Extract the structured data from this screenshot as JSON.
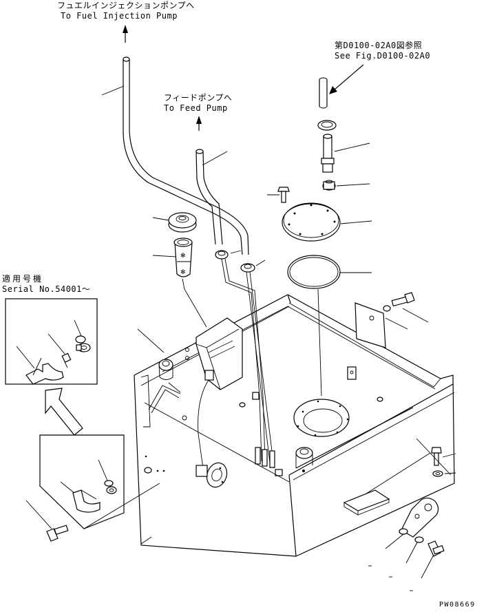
{
  "annotations": {
    "injection_pump_jp": "フュエルインジェクションポンプへ",
    "injection_pump_en": "To Fuel Injection Pump",
    "feed_pump_jp": "フィードポンプへ",
    "feed_pump_en": "To Feed Pump",
    "see_fig_jp": "第D0100-02A0図参照",
    "see_fig_en": "See Fig.D0100-02A0",
    "serial_jp": "適用号機",
    "serial_en": "Serial No.54001～",
    "drawing_code": "PW08669"
  }
}
